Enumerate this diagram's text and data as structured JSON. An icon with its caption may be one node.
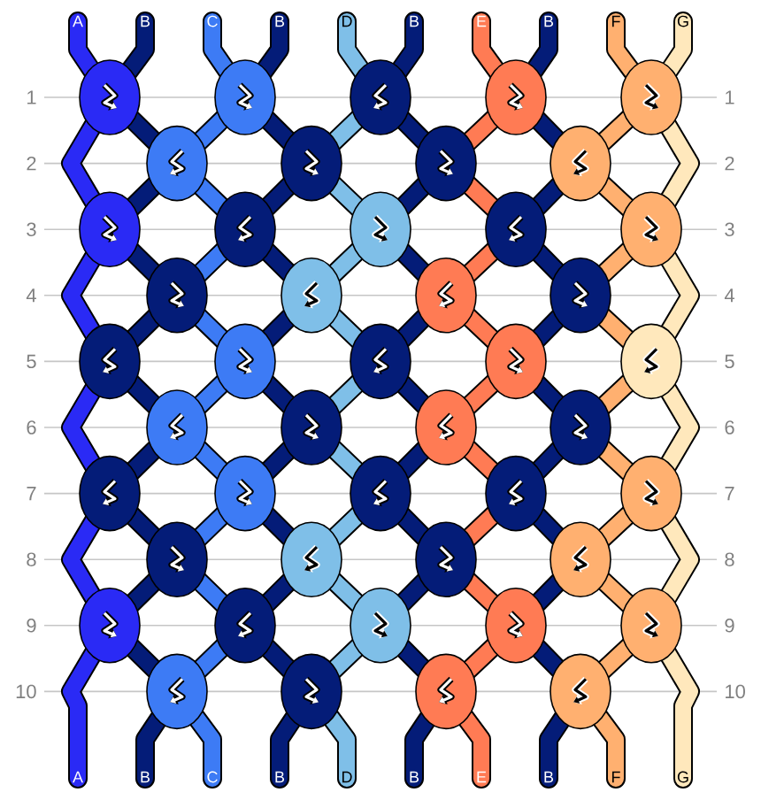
{
  "diagram": {
    "labels": [
      "A",
      "B",
      "C",
      "B",
      "D",
      "B",
      "E",
      "B",
      "F",
      "G",
      "1",
      "1",
      "2",
      "2",
      "3",
      "3",
      "4",
      "4",
      "5",
      "5",
      "6",
      "6",
      "7",
      "7",
      "8",
      "8",
      "9",
      "9",
      "10",
      "10",
      "A",
      "B",
      "C",
      "B",
      "D",
      "B",
      "E",
      "B",
      "F",
      "G"
    ]
  }
}
